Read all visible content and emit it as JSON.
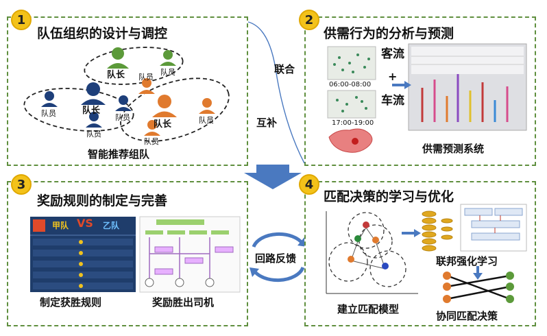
{
  "panel1": {
    "number": "1",
    "title": "队伍组织的设计与调控",
    "leader": "队长",
    "member": "队员",
    "caption": "智能推荐组队"
  },
  "panel2": {
    "number": "2",
    "title": "供需行为的分析与预测",
    "time_am": "06:00-08:00",
    "time_pm": "17:00-19:00",
    "passenger": "客流",
    "plus": "+",
    "vehicle": "车流",
    "caption": "供需预测系统"
  },
  "panel3": {
    "number": "3",
    "title": "奖励规则的制定与完善",
    "team_a": "甲队",
    "vs": "VS",
    "team_b": "乙队",
    "caption_left": "制定获胜规则",
    "caption_right": "奖励胜出司机"
  },
  "panel4": {
    "number": "4",
    "title": "匹配决策的学习与优化",
    "caption_model": "建立匹配模型",
    "caption_fed": "联邦强化学习",
    "caption_coop": "协同匹配决策"
  },
  "links": {
    "joint": "联合",
    "complement": "互补",
    "loop": "回路反馈"
  },
  "colors": {
    "border": "#5f8f3e",
    "badge": "#f3c21a",
    "arrow": "#4a79c0",
    "orange": "#e07a2e",
    "green": "#5c9a3a",
    "navy": "#1e3f7a"
  }
}
